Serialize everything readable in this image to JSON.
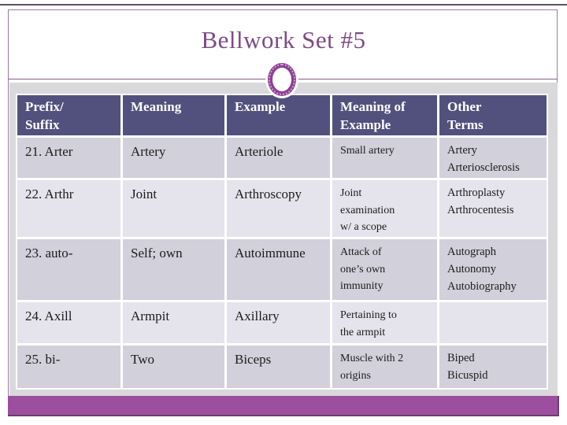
{
  "slide": {
    "title": "Bellwork Set #5"
  },
  "colors": {
    "top_line": "#5a5263",
    "frame_border": "#9a7b9e",
    "title_rule": "#8a5a8f",
    "title_text": "#7e4a86",
    "ring": "#8d3f93",
    "ring_beads": "#cf9ed2",
    "backdrop": "#d9d8da",
    "header_bg": "#52517e",
    "row_dark": "#d1d0db",
    "row_light": "#e5e4ec",
    "bottom_bar": "#9c4f9e",
    "bar_edge": "#693f6d"
  },
  "table": {
    "headers": [
      "Prefix/\nSuffix",
      "Meaning",
      "Example",
      "Meaning of\nExample",
      "Other\nTerms"
    ],
    "rows": [
      {
        "cells": [
          "21. Arter",
          "Artery",
          "Arteriole",
          "Small artery",
          "Artery\nArteriosclerosis"
        ]
      },
      {
        "cells": [
          "22. Arthr",
          "Joint",
          "Arthroscopy",
          "Joint\nexamination\nw/ a scope",
          "Arthroplasty\nArthrocentesis"
        ]
      },
      {
        "cells": [
          "23. auto-",
          "Self; own",
          "Autoimmune",
          "Attack of\none’s own\nimmunity",
          "Autograph\nAutonomy\nAutobiography"
        ]
      },
      {
        "cells": [
          "24. Axill",
          "Armpit",
          "Axillary",
          "Pertaining to\nthe armpit",
          ""
        ]
      },
      {
        "cells": [
          "25. bi-",
          "Two",
          "Biceps",
          "Muscle with 2\norigins",
          "Biped\nBicuspid"
        ]
      }
    ]
  }
}
